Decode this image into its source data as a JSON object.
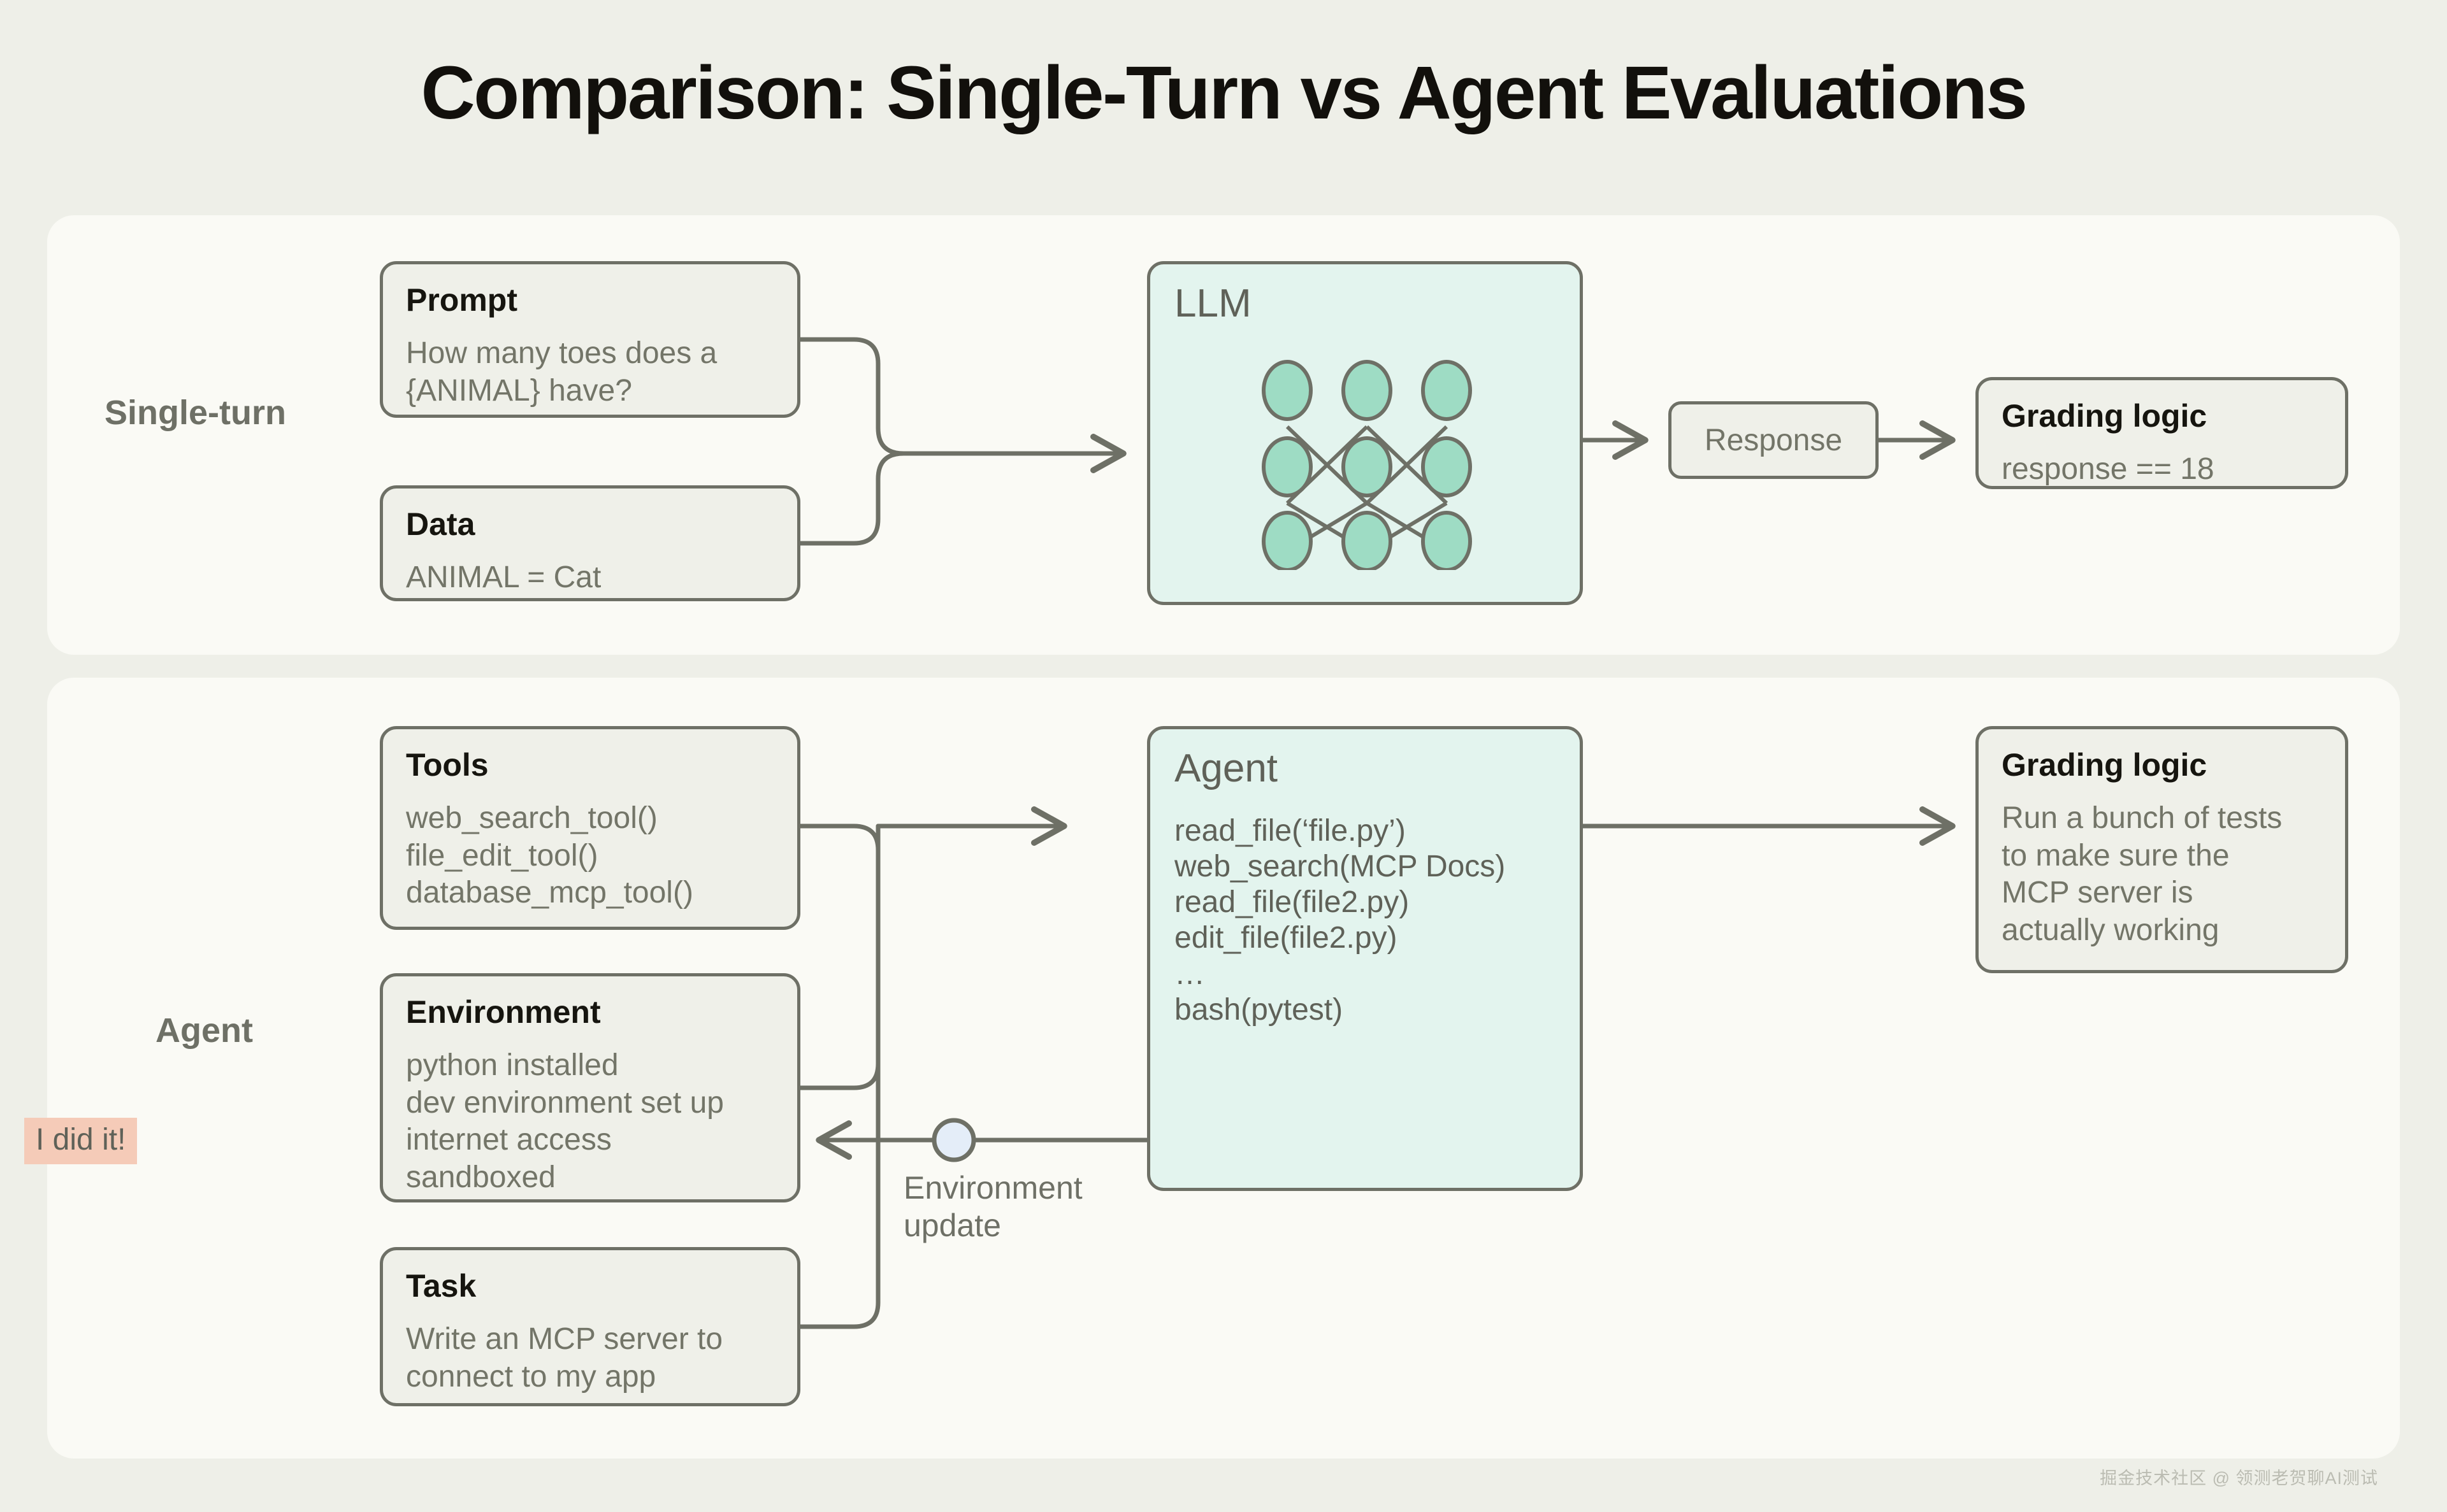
{
  "page": {
    "title": "Comparison: Single-Turn vs Agent Evaluations",
    "watermark": "掘金技术社区 @ 领测老贺聊AI测试",
    "background_color": "#EEEFE8",
    "panel_color": "#FAFAF5",
    "card_color": "#EFF0E9",
    "teal_color": "#E3F4EE",
    "node_color": "#9EDCC4",
    "stroke_color": "#6E7066",
    "badge_color": "#F5CBB8",
    "env_dot_color": "#E4EDF8"
  },
  "rows": {
    "single_turn": {
      "label": "Single-turn"
    },
    "agent": {
      "label": "Agent"
    }
  },
  "single_turn": {
    "prompt": {
      "title": "Prompt",
      "body": "How many toes does a\n{ANIMAL} have?"
    },
    "data": {
      "title": "Data",
      "body": "ANIMAL = Cat"
    },
    "llm": {
      "title": "LLM"
    },
    "response": {
      "label": "Response"
    },
    "grading": {
      "title": "Grading logic",
      "body": "response == 18"
    }
  },
  "agent": {
    "tools": {
      "title": "Tools",
      "body": "web_search_tool()\nfile_edit_tool()\ndatabase_mcp_tool()"
    },
    "environment": {
      "title": "Environment",
      "body": "python installed\ndev environment set up\ninternet access\nsandboxed"
    },
    "task": {
      "title": "Task",
      "body": "Write an MCP server to\nconnect to my app"
    },
    "agent_box": {
      "title": "Agent",
      "trace": "read_file(‘file.py’)\nweb_search(MCP Docs)\nread_file(file2.py)\nedit_file(file2.py)\n…\nbash(pytest)",
      "badge": "I did it!"
    },
    "env_update": {
      "label": "Environment\nupdate"
    },
    "grading": {
      "title": "Grading logic",
      "body": "Run a bunch of tests\nto make sure the\nMCP server is\nactually working"
    }
  }
}
